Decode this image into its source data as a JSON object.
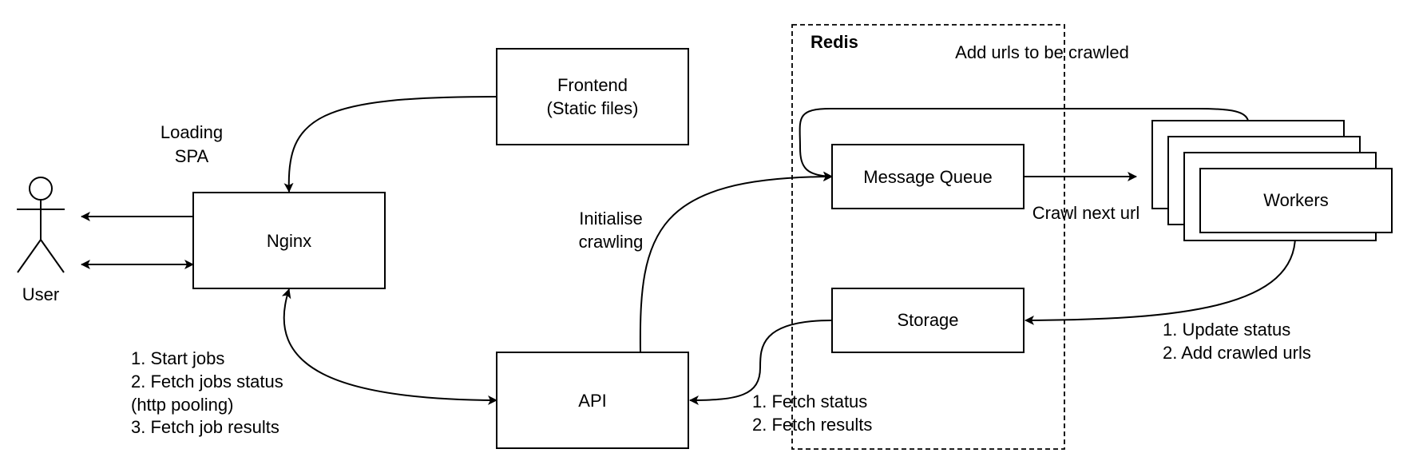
{
  "nodes": {
    "frontend": [
      "Frontend",
      "(Static files)"
    ],
    "nginx": "Nginx",
    "api": "API",
    "message_queue": "Message Queue",
    "storage": "Storage",
    "workers": "Workers",
    "user": "User"
  },
  "group": {
    "title": "Redis"
  },
  "edge_labels": {
    "loading_spa": [
      "Loading",
      "SPA"
    ],
    "initialise_crawling": [
      "Initialise",
      "crawling"
    ],
    "add_urls": "Add urls to be crawled",
    "crawl_next_url": "Crawl next url",
    "api_requests": [
      "1. Start jobs",
      "2. Fetch jobs status",
      "(http pooling)",
      "3. Fetch job results"
    ],
    "worker_updates": [
      "1. Update status",
      "2. Add crawled urls"
    ],
    "storage_reads": [
      "1. Fetch status",
      "2. Fetch results"
    ]
  }
}
